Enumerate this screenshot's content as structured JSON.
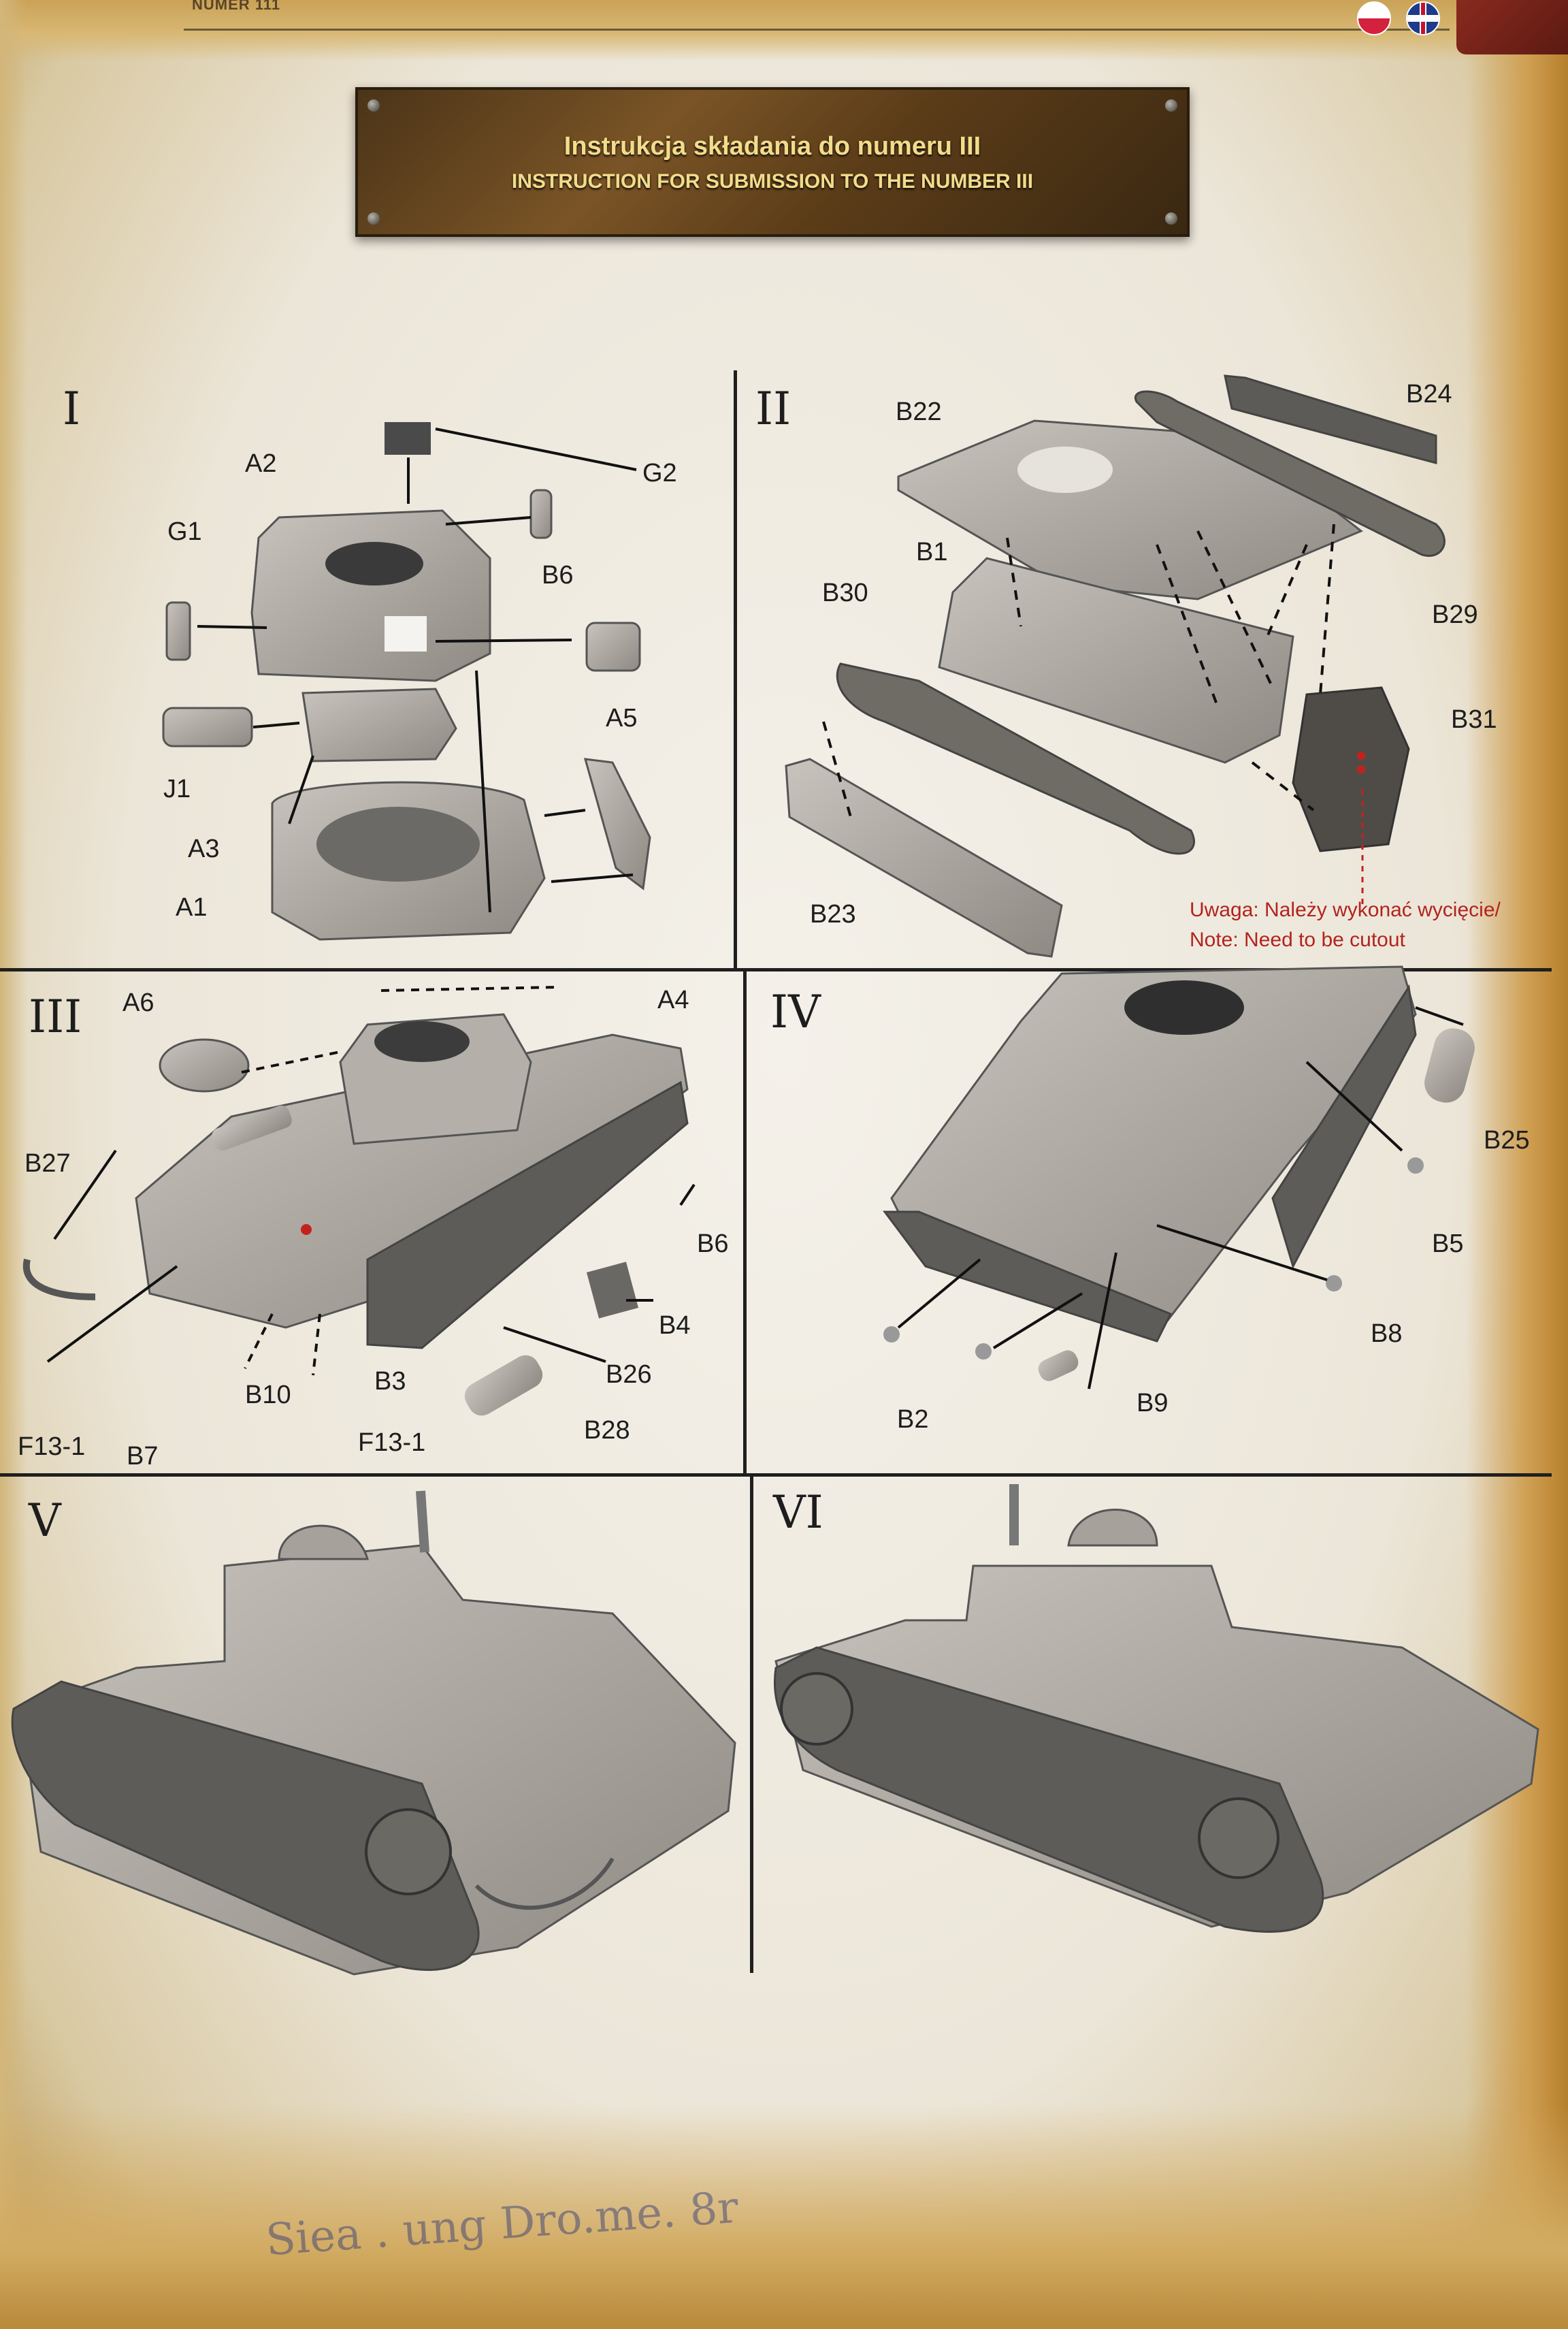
{
  "header": {
    "issue_number": "NUMER 111",
    "title_pl": "Instrukcja składania do numeru III",
    "title_en": "INSTRUCTION FOR SUBMISSION TO THE NUMBER III"
  },
  "steps": [
    {
      "id": "I",
      "label": "I",
      "parts": [
        "A2",
        "G1",
        "G2",
        "B6",
        "J1",
        "A3",
        "A5",
        "A1"
      ]
    },
    {
      "id": "II",
      "label": "II",
      "parts": [
        "B22",
        "B24",
        "B1",
        "B30",
        "B29",
        "B31",
        "B23"
      ]
    },
    {
      "id": "III",
      "label": "III",
      "parts": [
        "A6",
        "A4",
        "B27",
        "B6",
        "B4",
        "B26",
        "B10",
        "B3",
        "F13-1",
        "B7",
        "F13-1",
        "B28"
      ]
    },
    {
      "id": "IV",
      "label": "IV",
      "parts": [
        "B25",
        "B5",
        "B8",
        "B2",
        "B9"
      ]
    },
    {
      "id": "V",
      "label": "V",
      "parts": []
    },
    {
      "id": "VI",
      "label": "VI",
      "parts": []
    }
  ],
  "note": {
    "pl": "Uwaga: Należy wykonać wycięcie/",
    "en": "Note: Need to be cutout"
  },
  "colors": {
    "model_grey": "#a9a59e",
    "line": "#1f1f1f",
    "note_red": "#b3231d",
    "plaque_text": "#f1dc8b"
  },
  "icons": {
    "flag_pl": "poland-flag-icon",
    "flag_uk": "uk-flag-icon"
  }
}
